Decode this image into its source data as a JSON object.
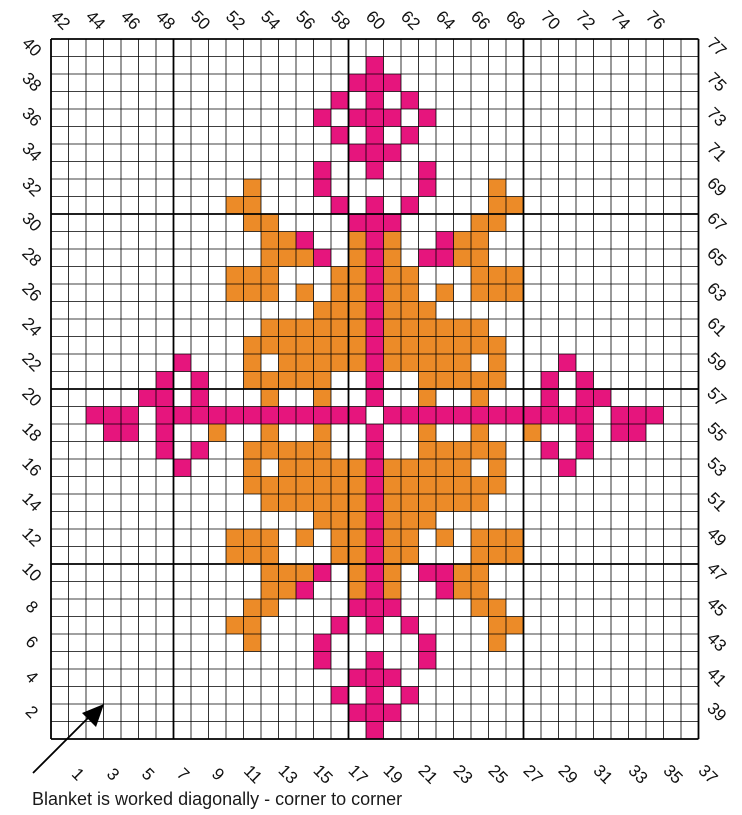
{
  "chart_data": {
    "type": "heatmap",
    "grid": {
      "columns": 37,
      "rows": 40
    },
    "colors": {
      "pink": "#e6157d",
      "orange": "#ec8b28",
      "blank": "#ffffff",
      "line": "#000000"
    },
    "top_labels": [
      "42",
      "44",
      "46",
      "48",
      "50",
      "52",
      "54",
      "56",
      "58",
      "60",
      "62",
      "64",
      "66",
      "68",
      "70",
      "72",
      "74",
      "76"
    ],
    "left_labels": [
      "40",
      "38",
      "36",
      "34",
      "32",
      "30",
      "28",
      "26",
      "24",
      "22",
      "20",
      "18",
      "16",
      "14",
      "12",
      "10",
      "8",
      "6",
      "4",
      "2"
    ],
    "right_labels": [
      "77",
      "75",
      "73",
      "71",
      "69",
      "67",
      "65",
      "63",
      "61",
      "59",
      "57",
      "55",
      "53",
      "51",
      "49",
      "47",
      "45",
      "43",
      "41",
      "39"
    ],
    "bottom_labels": [
      "1",
      "3",
      "5",
      "7",
      "9",
      "11",
      "13",
      "15",
      "17",
      "19",
      "21",
      "23",
      "25",
      "27",
      "29",
      "31",
      "33",
      "35",
      "37"
    ],
    "pattern": [
      ".....................................",
      "..................P..................",
      ".................PPP.................",
      "................P.P.P................",
      "...............P.PPP.P...............",
      "................P.P.P................",
      ".................PPP.................",
      "...............P..P..P...............",
      "...........O...P.....P...O...........",
      "..........OO....P.P.P....OO..........",
      "...........OO....PPP....OO...........",
      "............OOP..OPO..POO............",
      "............OOOP.OPO.PPOO............",
      "..........OOO...OOPOO...OOO..........",
      "..........OOO.O.OOPOO.O.OOO..........",
      "...............OOOPOOO...............",
      "............OOOOOOPOOOOOO............",
      "...........OOOOOOOPOOOOOOO...........",
      ".......P...O.OOOOOPOOOOO.O...P.......",
      "......P.P..OOOOO..P..OOOOO..P.P......",
      ".....PP.P...O..O..P..O..O...P.PP.....",
      "..PPP.PPPPPPPPPPPP.PPPPPPPPPPPP.PPP..",
      "...PP.P..O..O..O..P..O..O..O..P.PP...",
      "......P.P..OOOOO..P..OOOOO..P.P......",
      ".......P...O.OOOOOPOOOOO.O...P.......",
      "...........OOOOOOOPOOOOOOO...........",
      "............OOOOOOPOOOOOO............",
      "...............OOOPOOO...............",
      "..........OOO.O.OOPOO.O.OOO..........",
      "..........OOO...OOPOO...OOO..........",
      "............OOOP.OPO.PPOO............",
      "............OOP..OPO..POO............",
      "...........OO....PPP....OO...........",
      "..........OO....P.P.P....OO..........",
      "...........O...P.....P...O...........",
      "...............P..P..P...............",
      ".................PPP.................",
      "................P.P.P................",
      ".................PPP.................",
      "..................P.................."
    ]
  },
  "caption": "Blanket is worked diagonally - corner to corner"
}
